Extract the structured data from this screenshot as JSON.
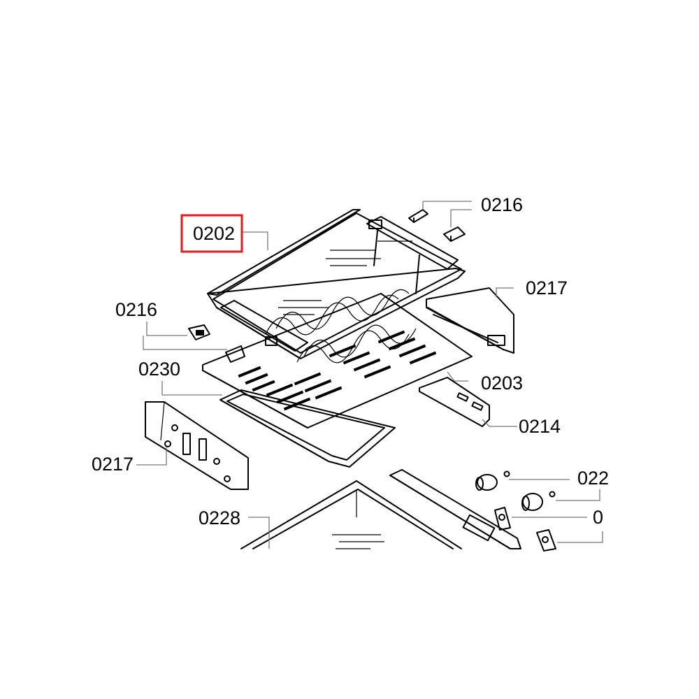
{
  "callouts": {
    "c0202": "0202",
    "c0216_top": "0216",
    "c0216_left": "0216",
    "c0217_right": "0217",
    "c0230": "0230",
    "c0203": "0203",
    "c0214": "0214",
    "c0217_left": "0217",
    "c0228": "0228",
    "c022_cut": "022",
    "c0_cut": "0"
  },
  "highlight_color": "#e21b1b",
  "highlighted_part": "0202"
}
